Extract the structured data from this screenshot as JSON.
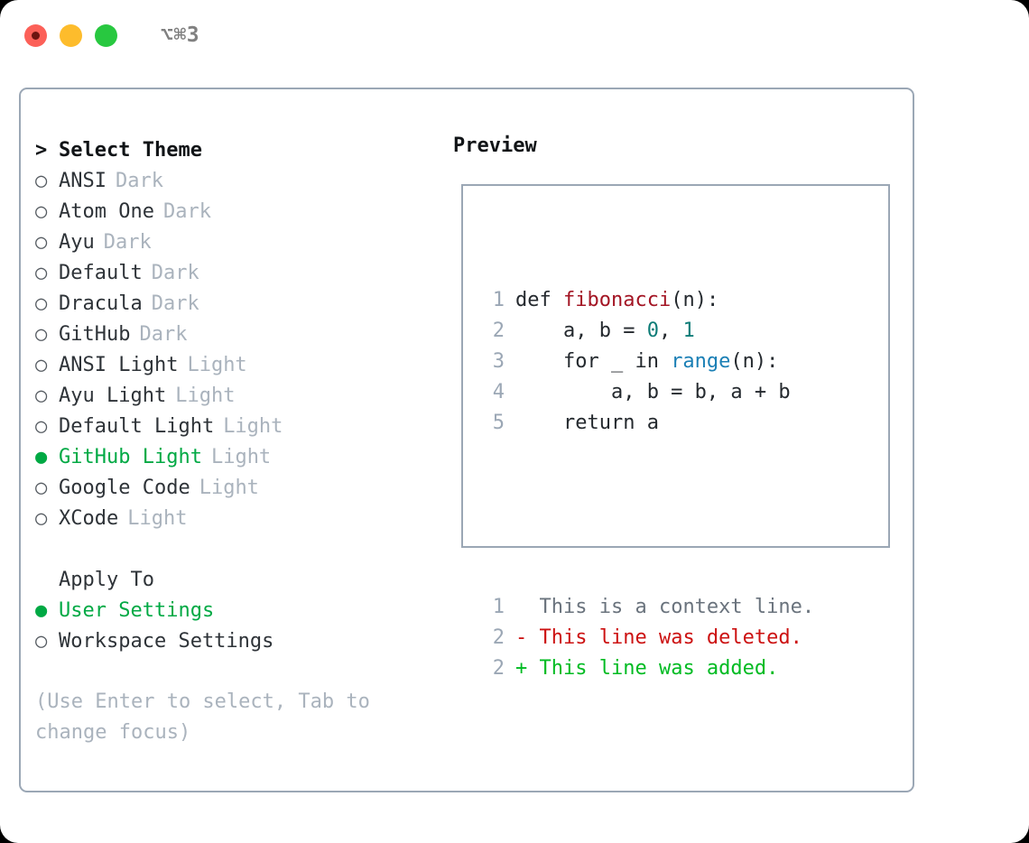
{
  "titlebar": {
    "shortcut": "⌥⌘3",
    "buttons": [
      {
        "name": "close",
        "color": "#fc6058"
      },
      {
        "name": "minimize",
        "color": "#fdbc2c"
      },
      {
        "name": "maximize",
        "color": "#28c840"
      }
    ]
  },
  "theme_list": {
    "header": {
      "prompt": ">",
      "title": "Select Theme"
    },
    "items": [
      {
        "bullet": "○",
        "name": "ANSI",
        "variant": "Dark",
        "selected": false
      },
      {
        "bullet": "○",
        "name": "Atom One",
        "variant": "Dark",
        "selected": false
      },
      {
        "bullet": "○",
        "name": "Ayu",
        "variant": "Dark",
        "selected": false
      },
      {
        "bullet": "○",
        "name": "Default",
        "variant": "Dark",
        "selected": false
      },
      {
        "bullet": "○",
        "name": "Dracula",
        "variant": "Dark",
        "selected": false
      },
      {
        "bullet": "○",
        "name": "GitHub",
        "variant": "Dark",
        "selected": false
      },
      {
        "bullet": "○",
        "name": "ANSI Light",
        "variant": "Light",
        "selected": false
      },
      {
        "bullet": "○",
        "name": "Ayu Light",
        "variant": "Light",
        "selected": false
      },
      {
        "bullet": "○",
        "name": "Default Light",
        "variant": "Light",
        "selected": false
      },
      {
        "bullet": "●",
        "name": "GitHub Light",
        "variant": "Light",
        "selected": true
      },
      {
        "bullet": "○",
        "name": "Google Code",
        "variant": "Light",
        "selected": false
      },
      {
        "bullet": "○",
        "name": "XCode",
        "variant": "Light",
        "selected": false
      }
    ]
  },
  "apply_to": {
    "header": "Apply To",
    "options": [
      {
        "bullet": "●",
        "label": "User Settings",
        "selected": true
      },
      {
        "bullet": "○",
        "label": "Workspace Settings",
        "selected": false
      }
    ]
  },
  "hint": "(Use Enter to select, Tab to change focus)",
  "preview": {
    "title": "Preview",
    "code_lines": [
      {
        "number": "1",
        "tokens": [
          {
            "text": "def ",
            "kind": "plain"
          },
          {
            "text": "fibonacci",
            "kind": "fn"
          },
          {
            "text": "(n):",
            "kind": "plain"
          }
        ]
      },
      {
        "number": "2",
        "tokens": [
          {
            "text": "    a, b = ",
            "kind": "plain"
          },
          {
            "text": "0",
            "kind": "num"
          },
          {
            "text": ", ",
            "kind": "plain"
          },
          {
            "text": "1",
            "kind": "num"
          }
        ]
      },
      {
        "number": "3",
        "tokens": [
          {
            "text": "    for _ in ",
            "kind": "plain"
          },
          {
            "text": "range",
            "kind": "call"
          },
          {
            "text": "(n):",
            "kind": "plain"
          }
        ]
      },
      {
        "number": "4",
        "tokens": [
          {
            "text": "        a, b = b, a + b",
            "kind": "plain"
          }
        ]
      },
      {
        "number": "5",
        "tokens": [
          {
            "text": "    return a",
            "kind": "plain"
          }
        ]
      }
    ],
    "diff_lines": [
      {
        "number": "1",
        "marker": "  ",
        "text": "This is a context line.",
        "kind": "context"
      },
      {
        "number": "2",
        "marker": "- ",
        "text": "This line was deleted.",
        "kind": "deleted"
      },
      {
        "number": "2",
        "marker": "+ ",
        "text": "This line was added.",
        "kind": "added"
      }
    ]
  },
  "colors": {
    "selection_green": "#00a944",
    "diff_add_green": "#00bb22",
    "diff_del_red": "#cc1111",
    "border_gray": "#9ba7b5",
    "muted_text": "#aab3bd",
    "fn_red": "#a31524",
    "num_teal": "#0f7d78",
    "call_blue": "#1a7fb5"
  }
}
